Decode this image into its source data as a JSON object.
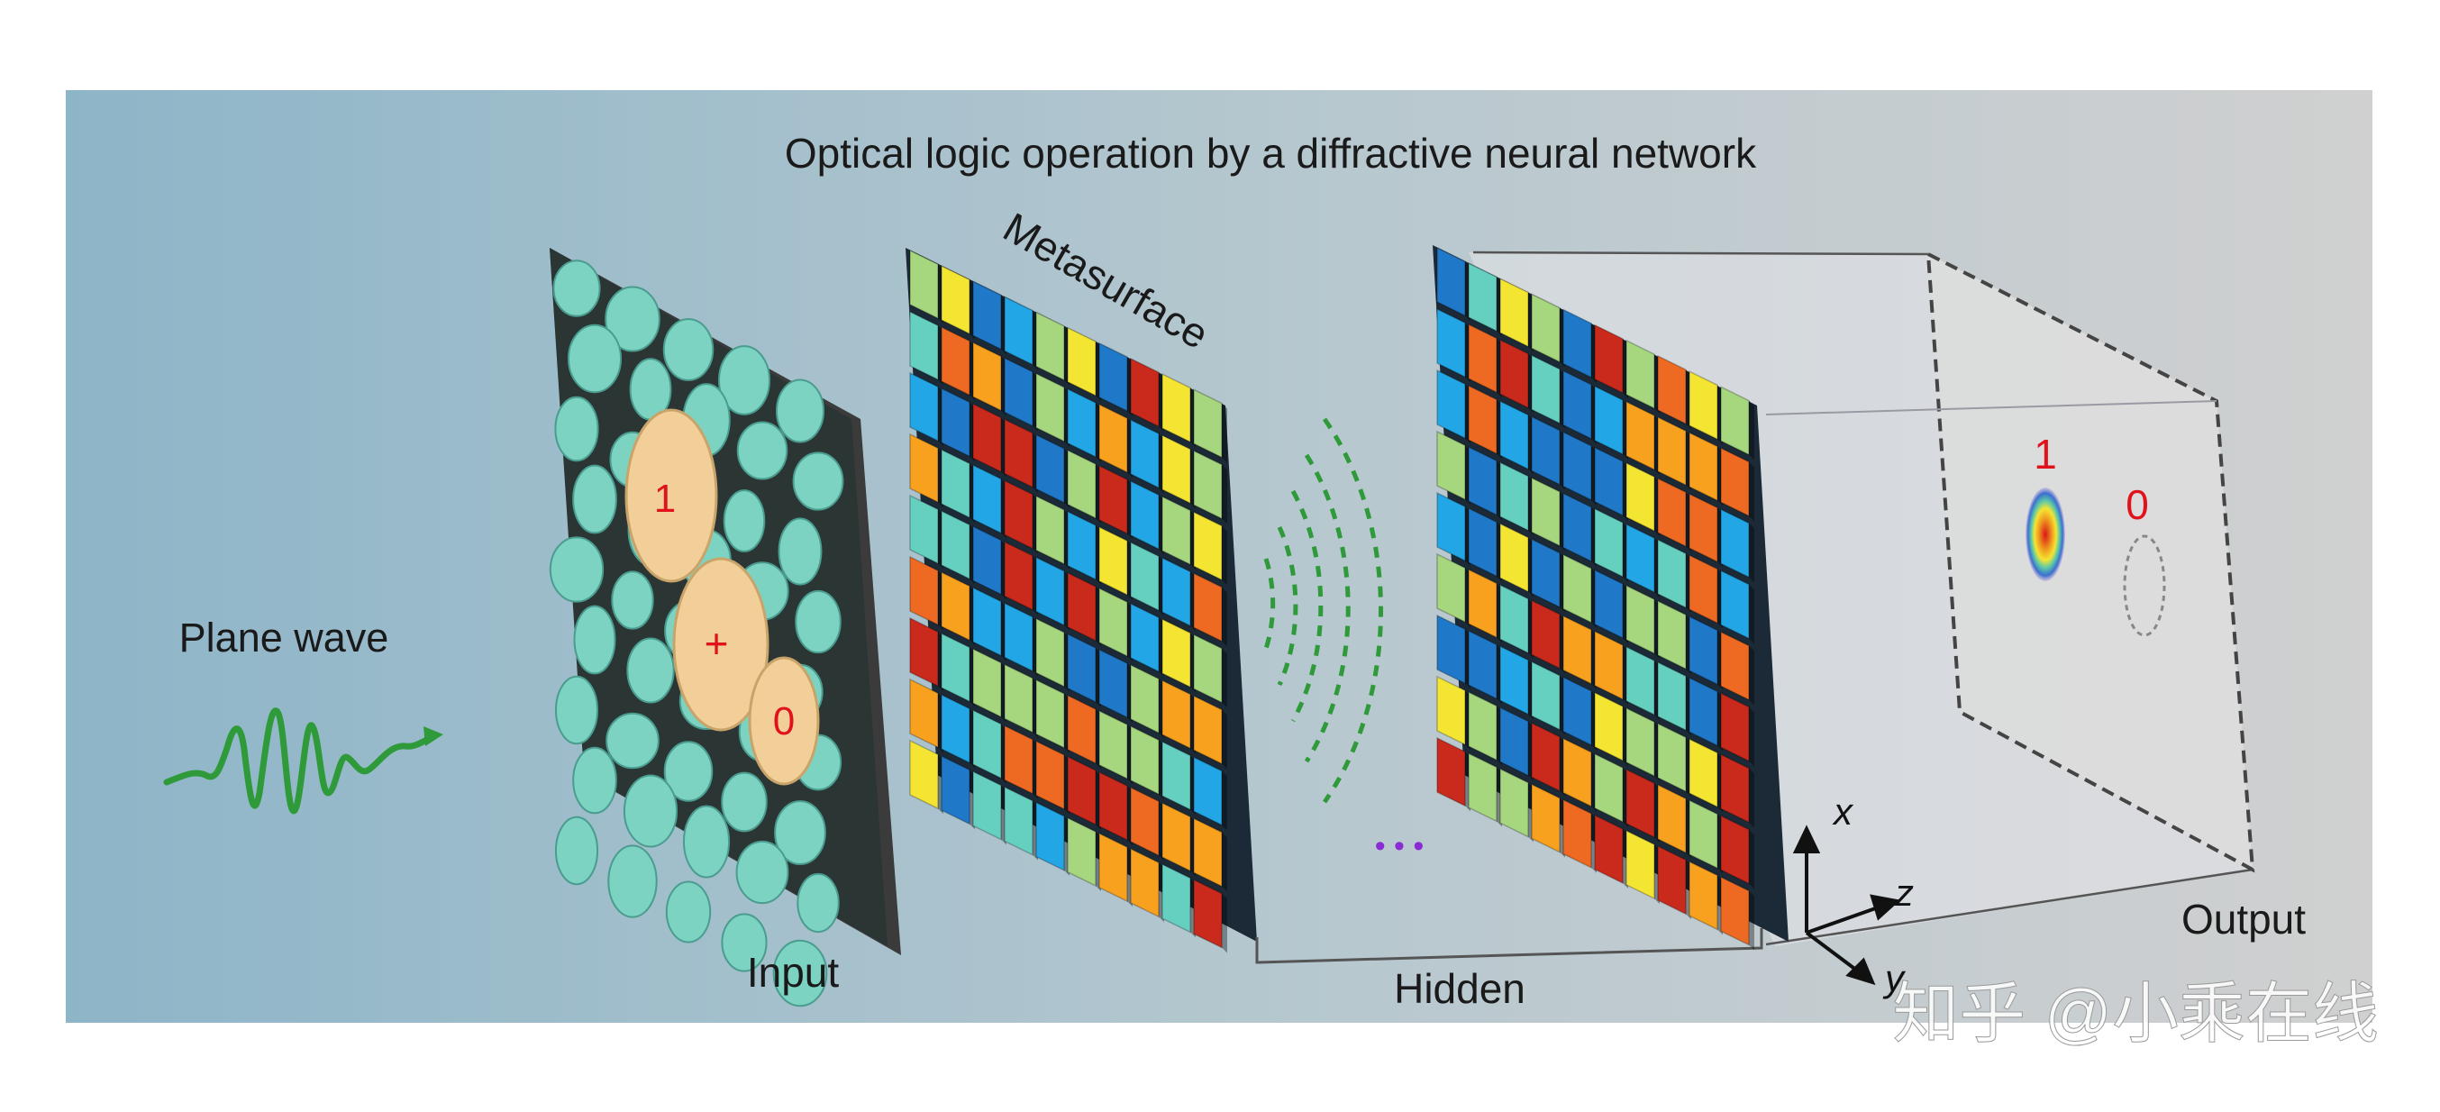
{
  "title": "Optical logic operation by a diffractive neural network",
  "labels": {
    "plane_wave": "Plane wave",
    "input": "Input",
    "metasurface": "Metasurface",
    "hidden": "Hidden",
    "output": "Output",
    "dots": "• • •",
    "one": "1",
    "zero": "0",
    "plus": "+",
    "axis_x": "x",
    "axis_y": "y",
    "axis_z": "z"
  },
  "watermark": "知乎 @小乘在线",
  "colors": {
    "background_left": "#8db5c8",
    "background_right": "#cfcfcf",
    "cell": "#7cd3c2",
    "highlight": "#f2cf98",
    "red_text": "#e0121b",
    "wave_green": "#2f9a3a",
    "palette": [
      "#1f78c8",
      "#23a6e6",
      "#65d0c0",
      "#a6d67d",
      "#f5e533",
      "#f7a11f",
      "#ee6a22",
      "#c92a1c"
    ]
  }
}
